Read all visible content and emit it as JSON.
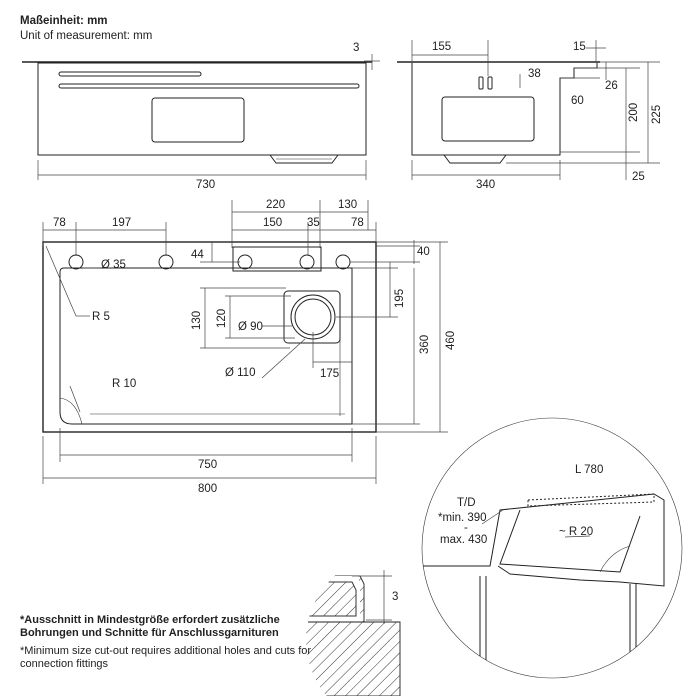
{
  "header": {
    "unit_de": "Maßeinheit: mm",
    "unit_en": "Unit of measurement: mm"
  },
  "footnote": {
    "de": "*Ausschnitt in Mindestgröße erfordert zusätzliche Bohrungen und Schnitte für Anschlussgarnituren",
    "en": "*Minimum size cut-out requires additional holes and cuts for connection fittings"
  },
  "front_view": {
    "width": "730",
    "rim_thickness": "3"
  },
  "side_view": {
    "width": "340",
    "offset_155": "155",
    "offset_15": "15",
    "overflow_38": "38",
    "step_26": "26",
    "step_60": "60",
    "depth_200": "200",
    "depth_225": "225",
    "drain_25": "25"
  },
  "top_view": {
    "dim_78_left": "78",
    "dim_197": "197",
    "dim_220": "220",
    "dim_130_top": "130",
    "dim_150": "150",
    "dim_35_top": "35",
    "dim_78_right": "78",
    "dim_44": "44",
    "dim_40": "40",
    "hole_dia": "Ø 35",
    "radius_5": "R 5",
    "radius_10": "R 10",
    "dim_130_left": "130",
    "dim_120": "120",
    "drain_dia_90": "Ø 90",
    "drain_dia_110": "Ø 110",
    "dim_175": "175",
    "dim_195": "195",
    "dim_360": "360",
    "dim_460": "460",
    "bowl_width": "750",
    "overall_width": "800"
  },
  "detail": {
    "length": "L 780",
    "td_label": "T/D",
    "td_min": "*min. 390",
    "td_dash": "-",
    "td_max": "max. 430",
    "corner_radius": "~ R 20",
    "rim_3": "3"
  }
}
